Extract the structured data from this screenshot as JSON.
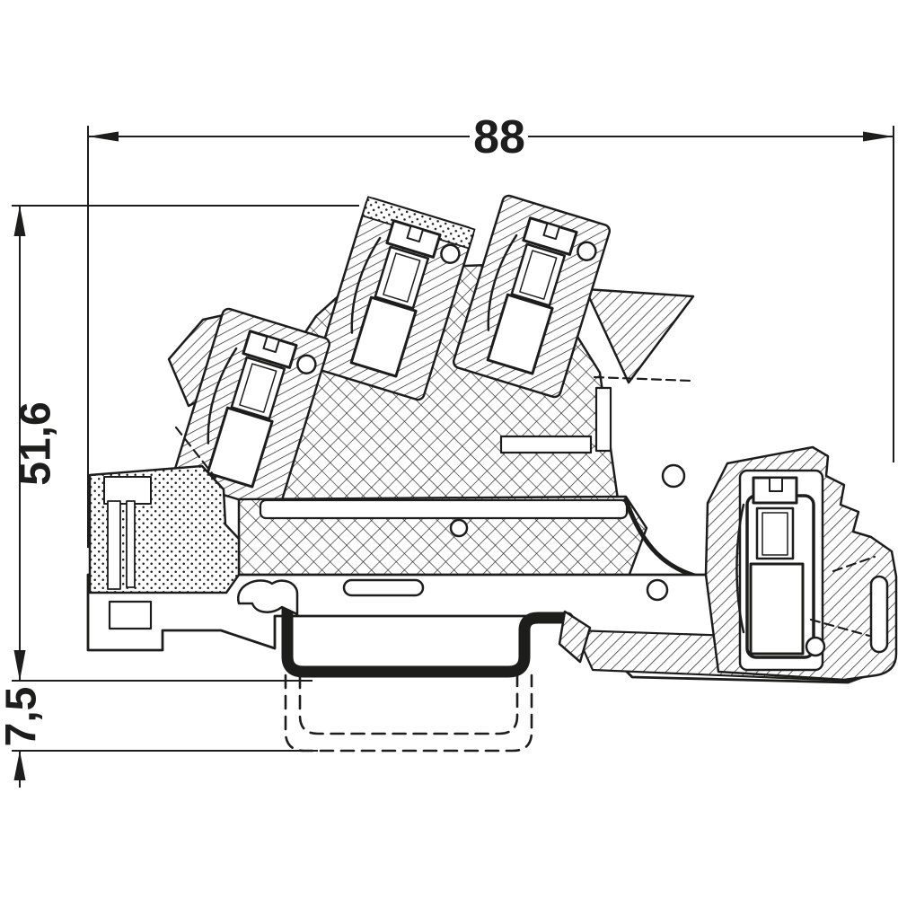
{
  "figure": {
    "kind": "dimensioned technical line drawing",
    "subject": "DIN-rail mounted multi-level terminal block, side section view",
    "hatch_styles": [
      "diagonal-hatch",
      "cross-hatch",
      "stipple"
    ],
    "line_style": "black line art on white paper"
  },
  "colors": {
    "ink": "#1d1d1b",
    "paper": "#ffffff"
  },
  "dimensions": {
    "overall_width": {
      "value": "88",
      "orientation": "horizontal",
      "position": "top"
    },
    "overall_height": {
      "value": "51,6",
      "orientation": "vertical",
      "position": "left"
    },
    "rail_projection": {
      "value": "7,5",
      "orientation": "vertical",
      "position": "bottom-left"
    }
  }
}
